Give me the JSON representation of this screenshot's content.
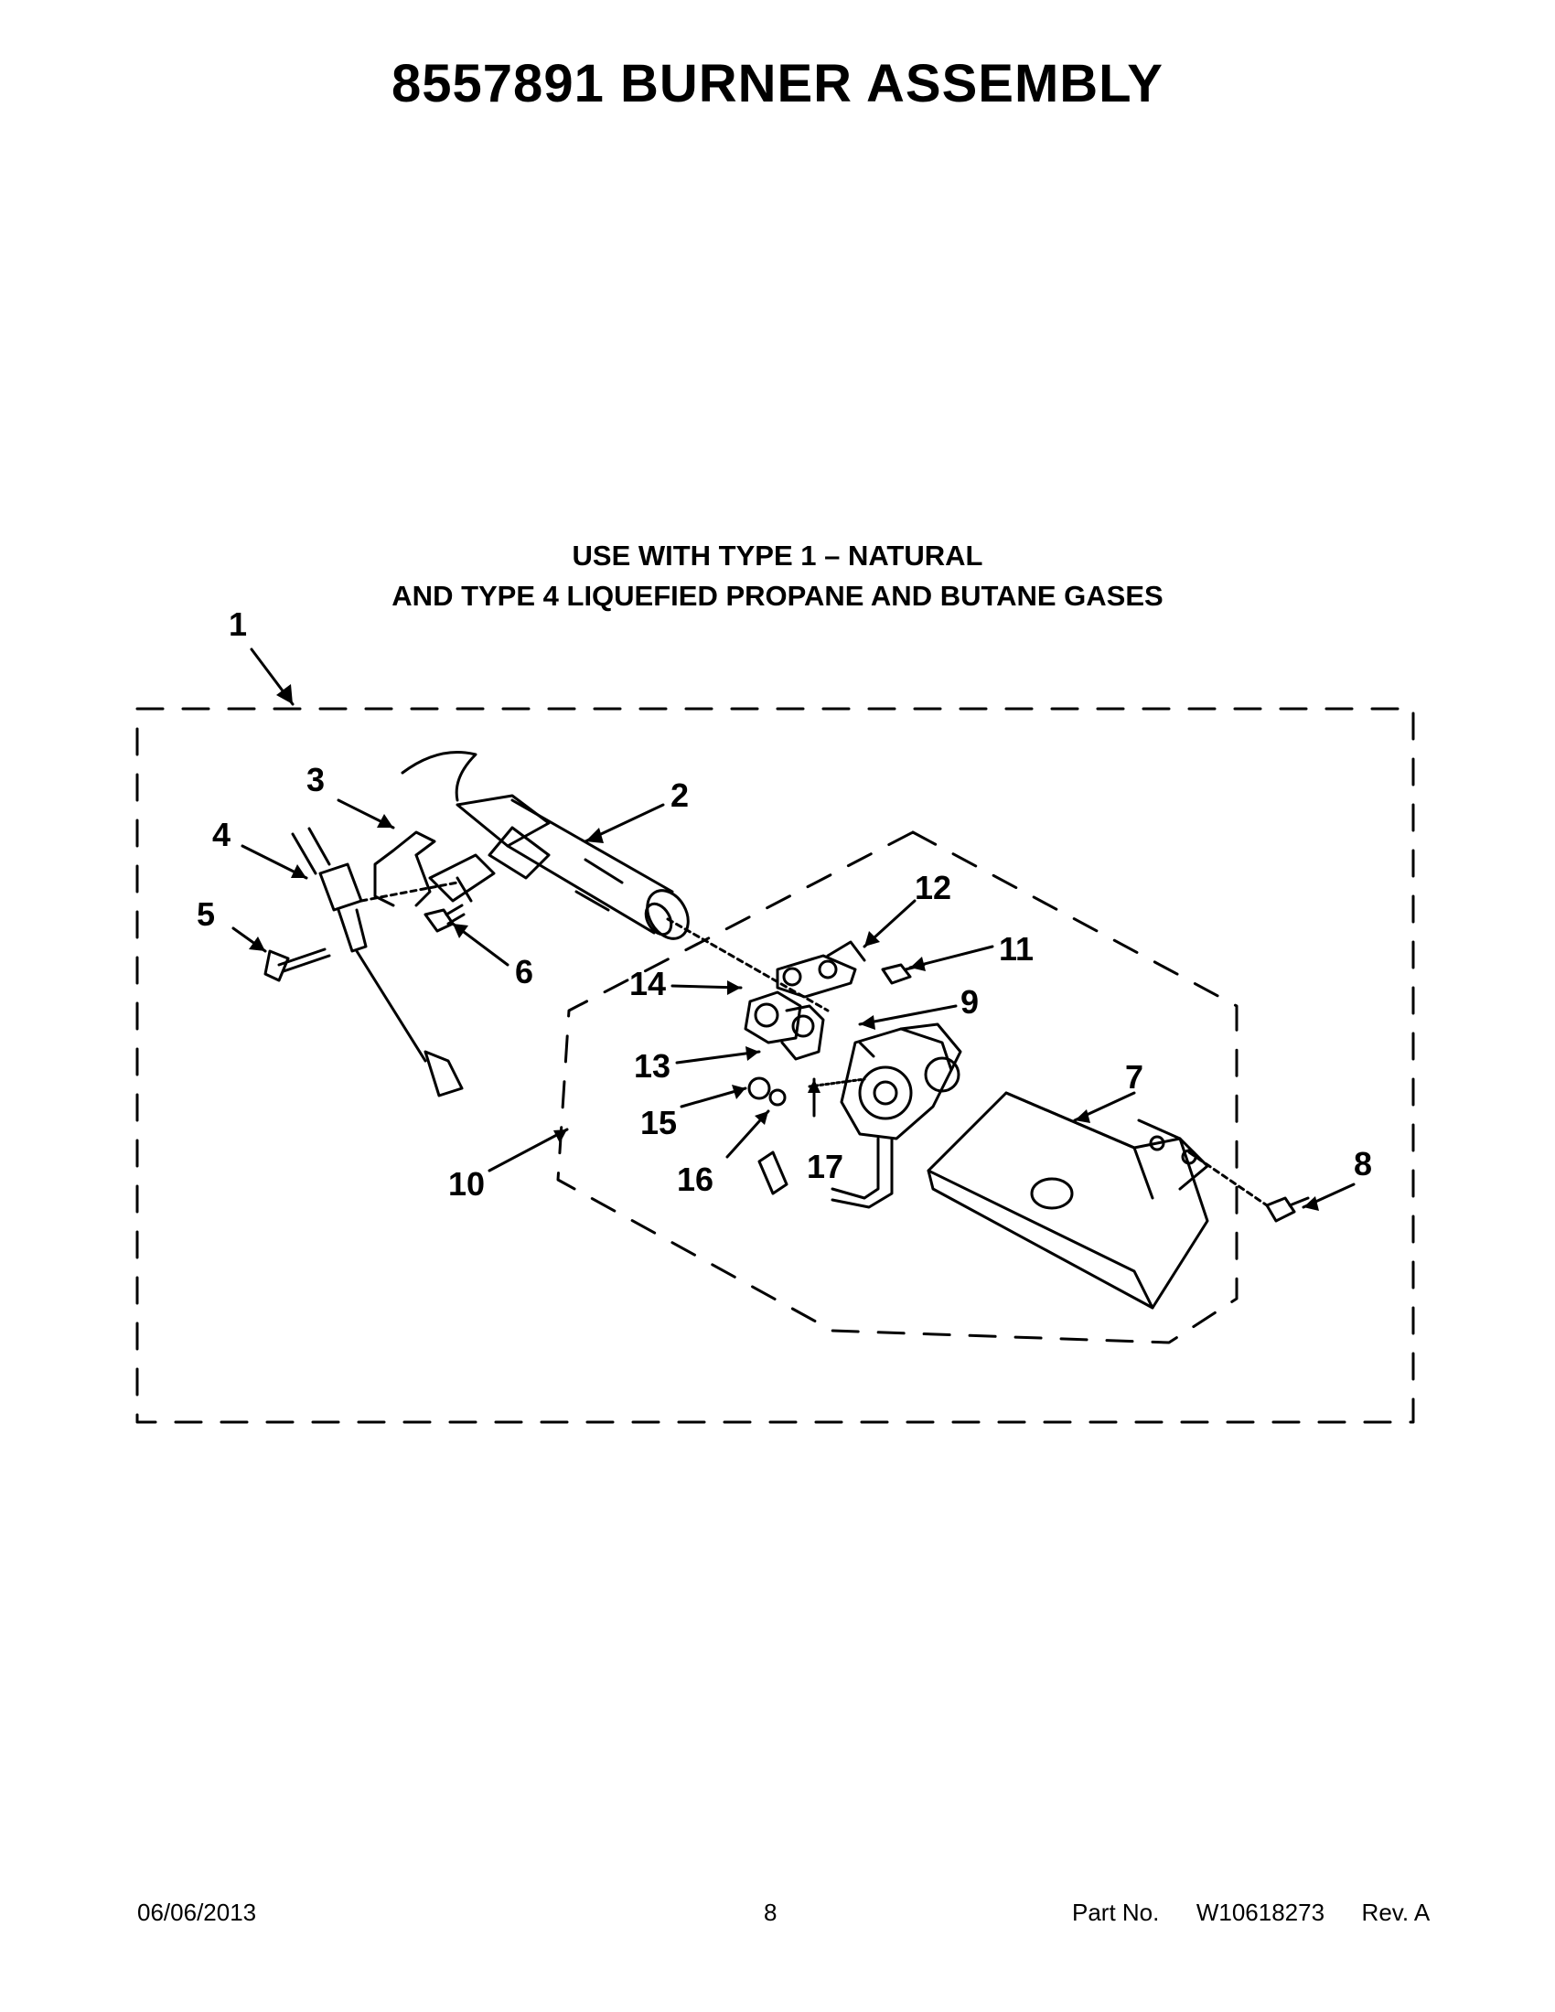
{
  "page": {
    "title": "8557891 BURNER ASSEMBLY",
    "subtitle_line1": "USE WITH TYPE 1 –  NATURAL",
    "subtitle_line2": "AND TYPE 4    LIQUEFIED PROPANE AND BUTANE GASES"
  },
  "callouts": [
    "1",
    "2",
    "3",
    "4",
    "5",
    "6",
    "7",
    "8",
    "9",
    "10",
    "11",
    "12",
    "13",
    "14",
    "15",
    "16",
    "17"
  ],
  "footer": {
    "date": "06/06/2013",
    "page_number": "8",
    "part_label": "Part No.",
    "part_number": "W10618273",
    "revision": "Rev.  A"
  }
}
